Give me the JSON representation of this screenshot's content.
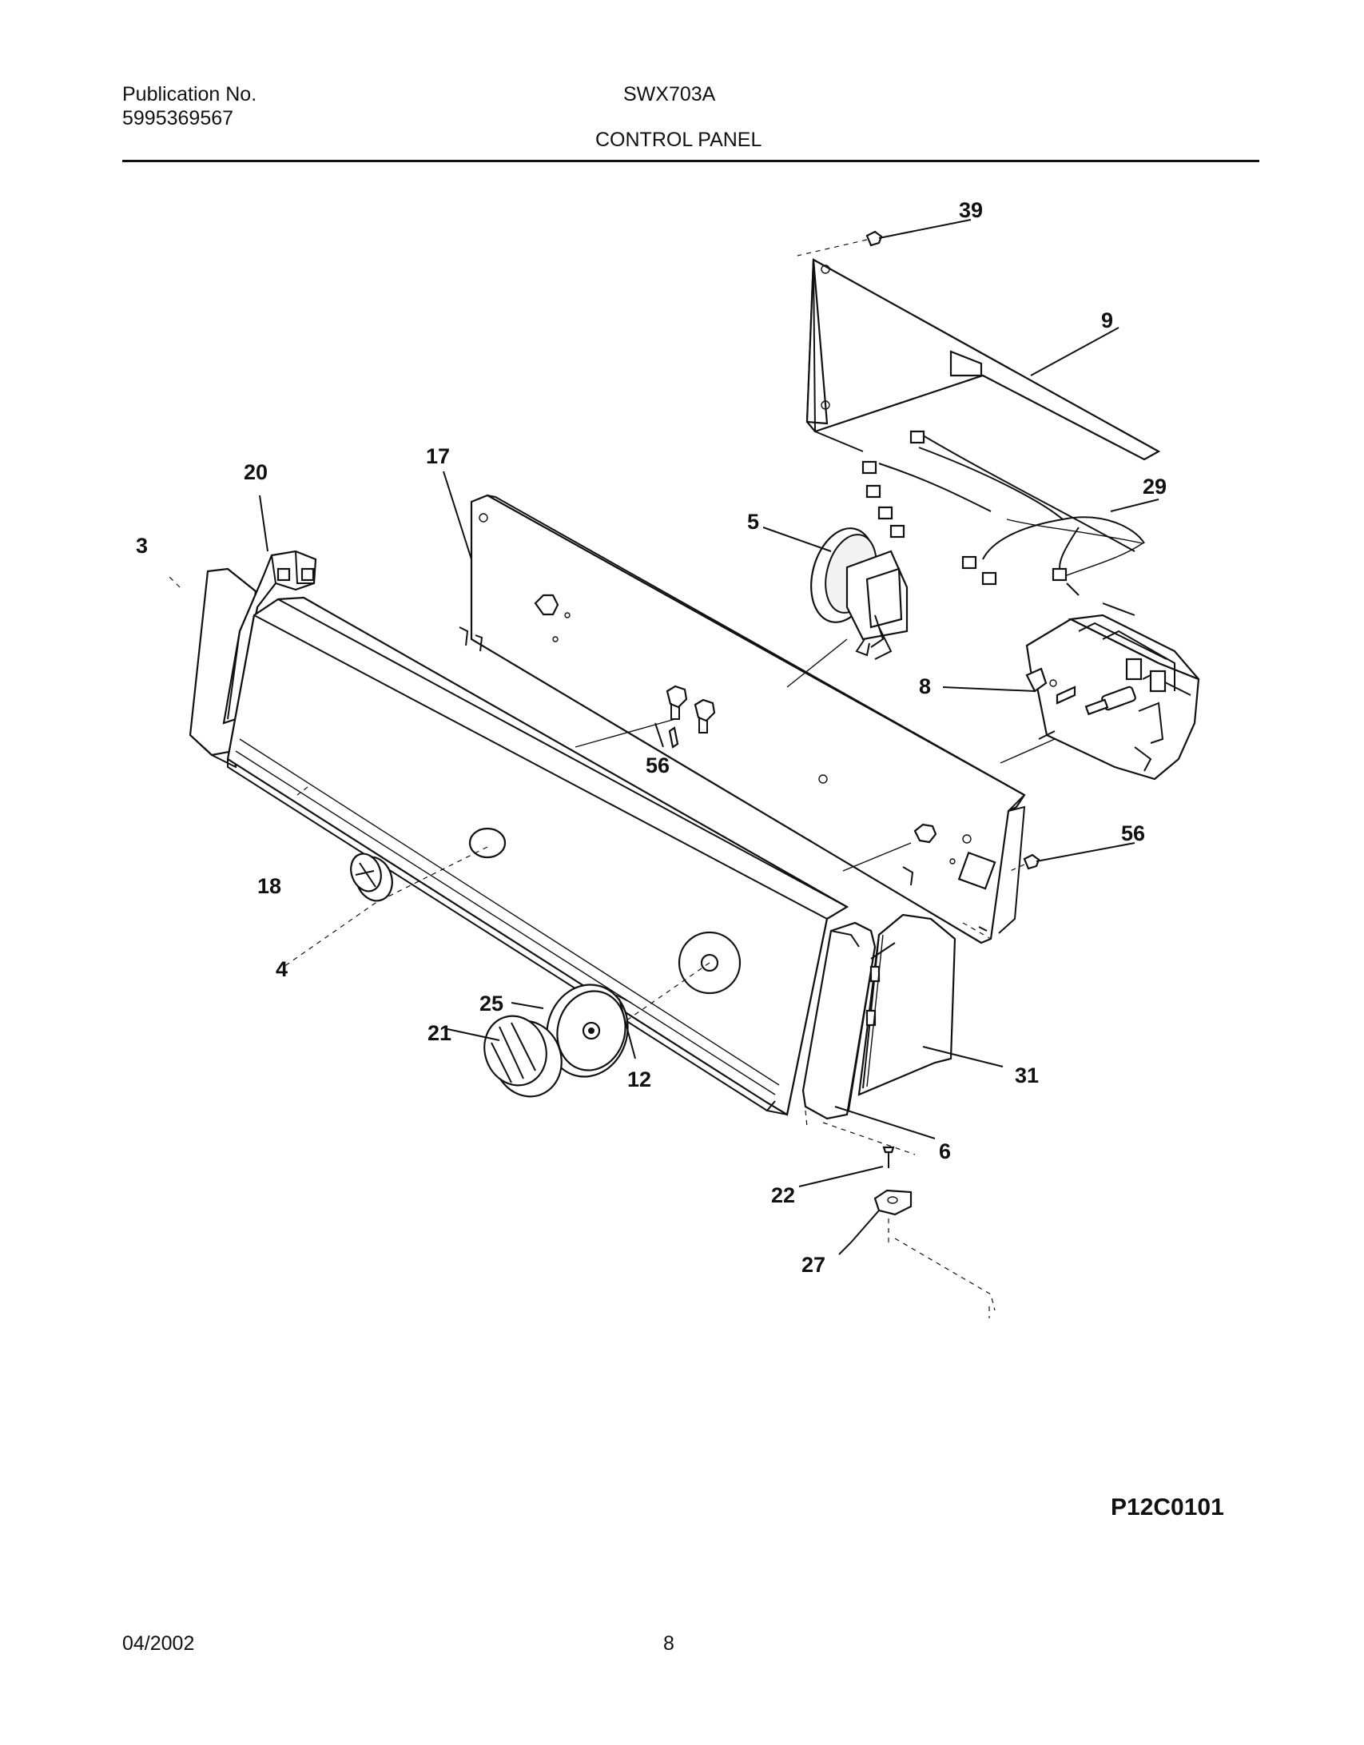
{
  "header": {
    "publication_label": "Publication No.",
    "publication_number": "5995369567",
    "model": "SWX703A",
    "section_title": "CONTROL PANEL"
  },
  "callouts": {
    "c39": "39",
    "c9": "9",
    "c29": "29",
    "c17": "17",
    "c20": "20",
    "c3": "3",
    "c5": "5",
    "c8": "8",
    "c56a": "56",
    "c56b": "56",
    "c18": "18",
    "c4": "4",
    "c25": "25",
    "c21": "21",
    "c12": "12",
    "c31": "31",
    "c6": "6",
    "c22": "22",
    "c27": "27"
  },
  "drawing_code": "P12C0101",
  "footer": {
    "date": "04/2002",
    "page": "8"
  }
}
